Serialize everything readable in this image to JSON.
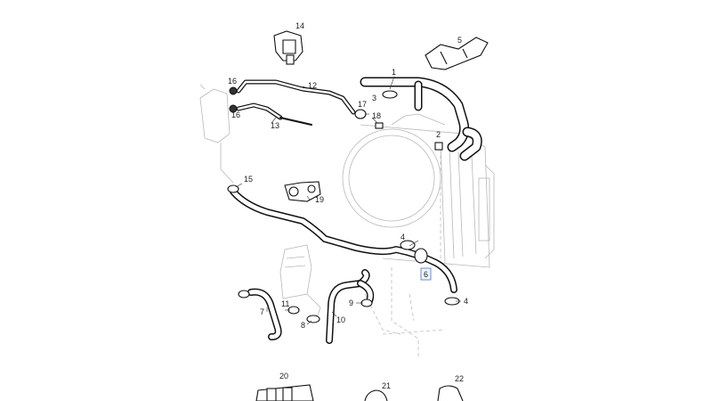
{
  "diagram": {
    "callouts": {
      "c1": "1",
      "c2": "2",
      "c3": "3",
      "c4a": "4",
      "c4b": "4",
      "c5": "5",
      "c6": "6",
      "c7": "7",
      "c8": "8",
      "c9": "9",
      "c10": "10",
      "c11": "11",
      "c12": "12",
      "c13": "13",
      "c14": "14",
      "c15": "15",
      "c16a": "16",
      "c16b": "16",
      "c17": "17",
      "c18": "18",
      "c19": "19",
      "c20": "20",
      "c21": "21",
      "c22": "22"
    },
    "colors": {
      "line": "#111111",
      "faint": "#b8b8b8",
      "highlight": "#6a8ec8"
    }
  }
}
